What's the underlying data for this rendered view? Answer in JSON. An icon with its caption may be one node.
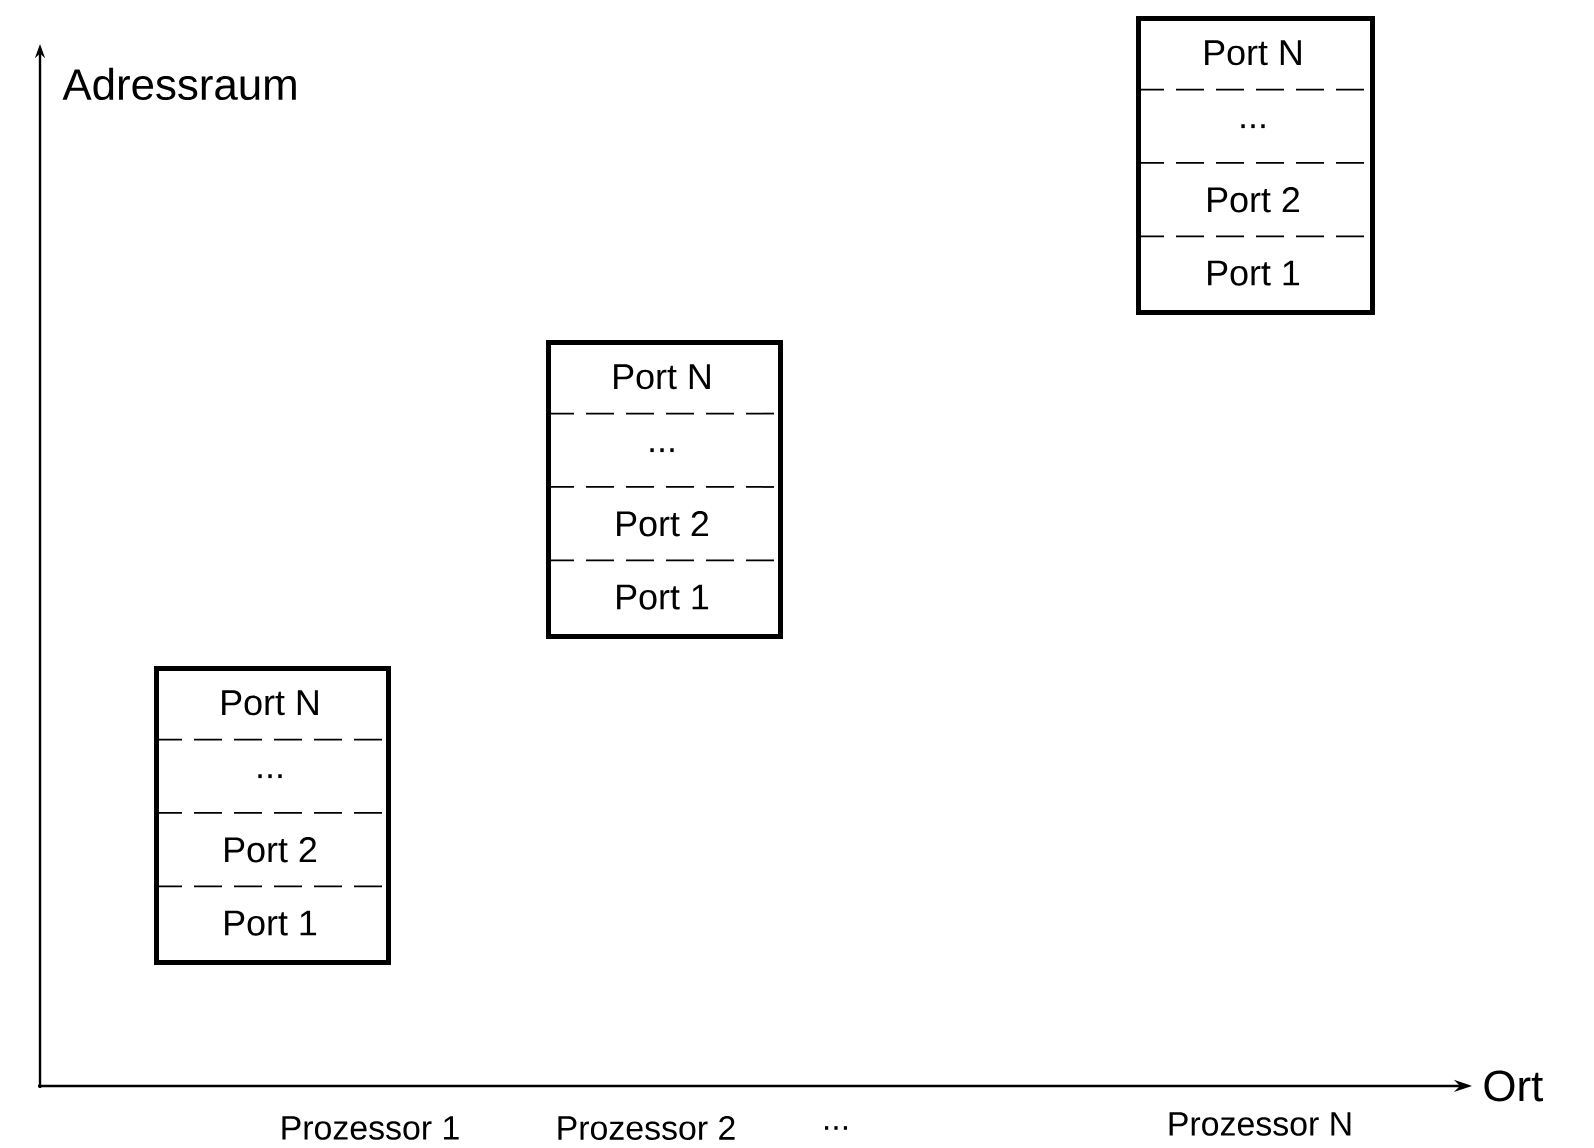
{
  "diagram": {
    "nodes": [
      {
        "text": [
          "Port N",
          "...",
          "Port 2",
          "Port 1"
        ]
      },
      {
        "text": [
          "Port N",
          "...",
          "Port 2",
          "Port 1"
        ]
      },
      {
        "text": [
          "Port N",
          "...",
          "Port 2",
          "Port 1"
        ]
      }
    ],
    "labels": [
      "Adressraum",
      "Ort",
      "Prozessor 1",
      "Prozessor 2",
      "...",
      "Prozessor N"
    ]
  }
}
